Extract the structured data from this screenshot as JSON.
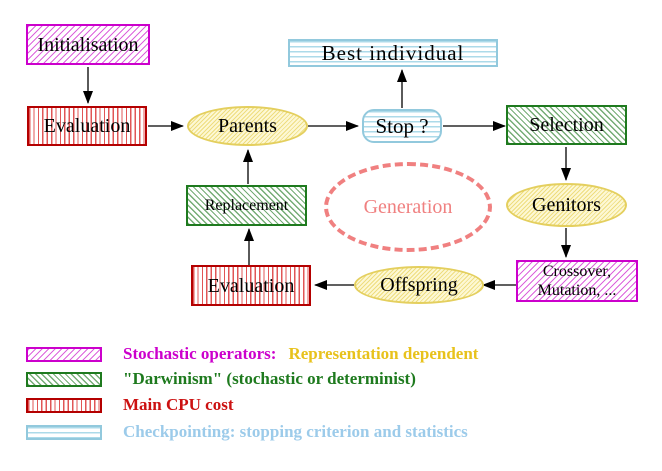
{
  "diagram": {
    "nodes": {
      "initialisation": "Initialisation",
      "evaluation_top": "Evaluation",
      "parents": "Parents",
      "best_individual": "Best individual",
      "stop": "Stop ?",
      "selection": "Selection",
      "genitors": "Genitors",
      "crossover_line1": "Crossover,",
      "crossover_line2": "Mutation, ...",
      "offspring": "Offspring",
      "evaluation_bottom": "Evaluation",
      "replacement": "Replacement",
      "generation": "Generation"
    },
    "legend": {
      "stochastic_label": "Stochastic operators:",
      "stochastic_extra": "Representation dependent",
      "darwinism_label": "\"Darwinism\" (stochastic or determinist)",
      "cpu_label": "Main CPU cost",
      "checkpoint_label": "Checkpointing: stopping criterion and statistics"
    },
    "colors": {
      "magenta": "#cc00cc",
      "red": "#cc1111",
      "green": "#1e7a1e",
      "gold": "#e8c21c",
      "cyan": "#9ccbea",
      "yellow_fill": "#fdf8d4",
      "salmon": "#f08080",
      "arrow": "#000000"
    }
  }
}
